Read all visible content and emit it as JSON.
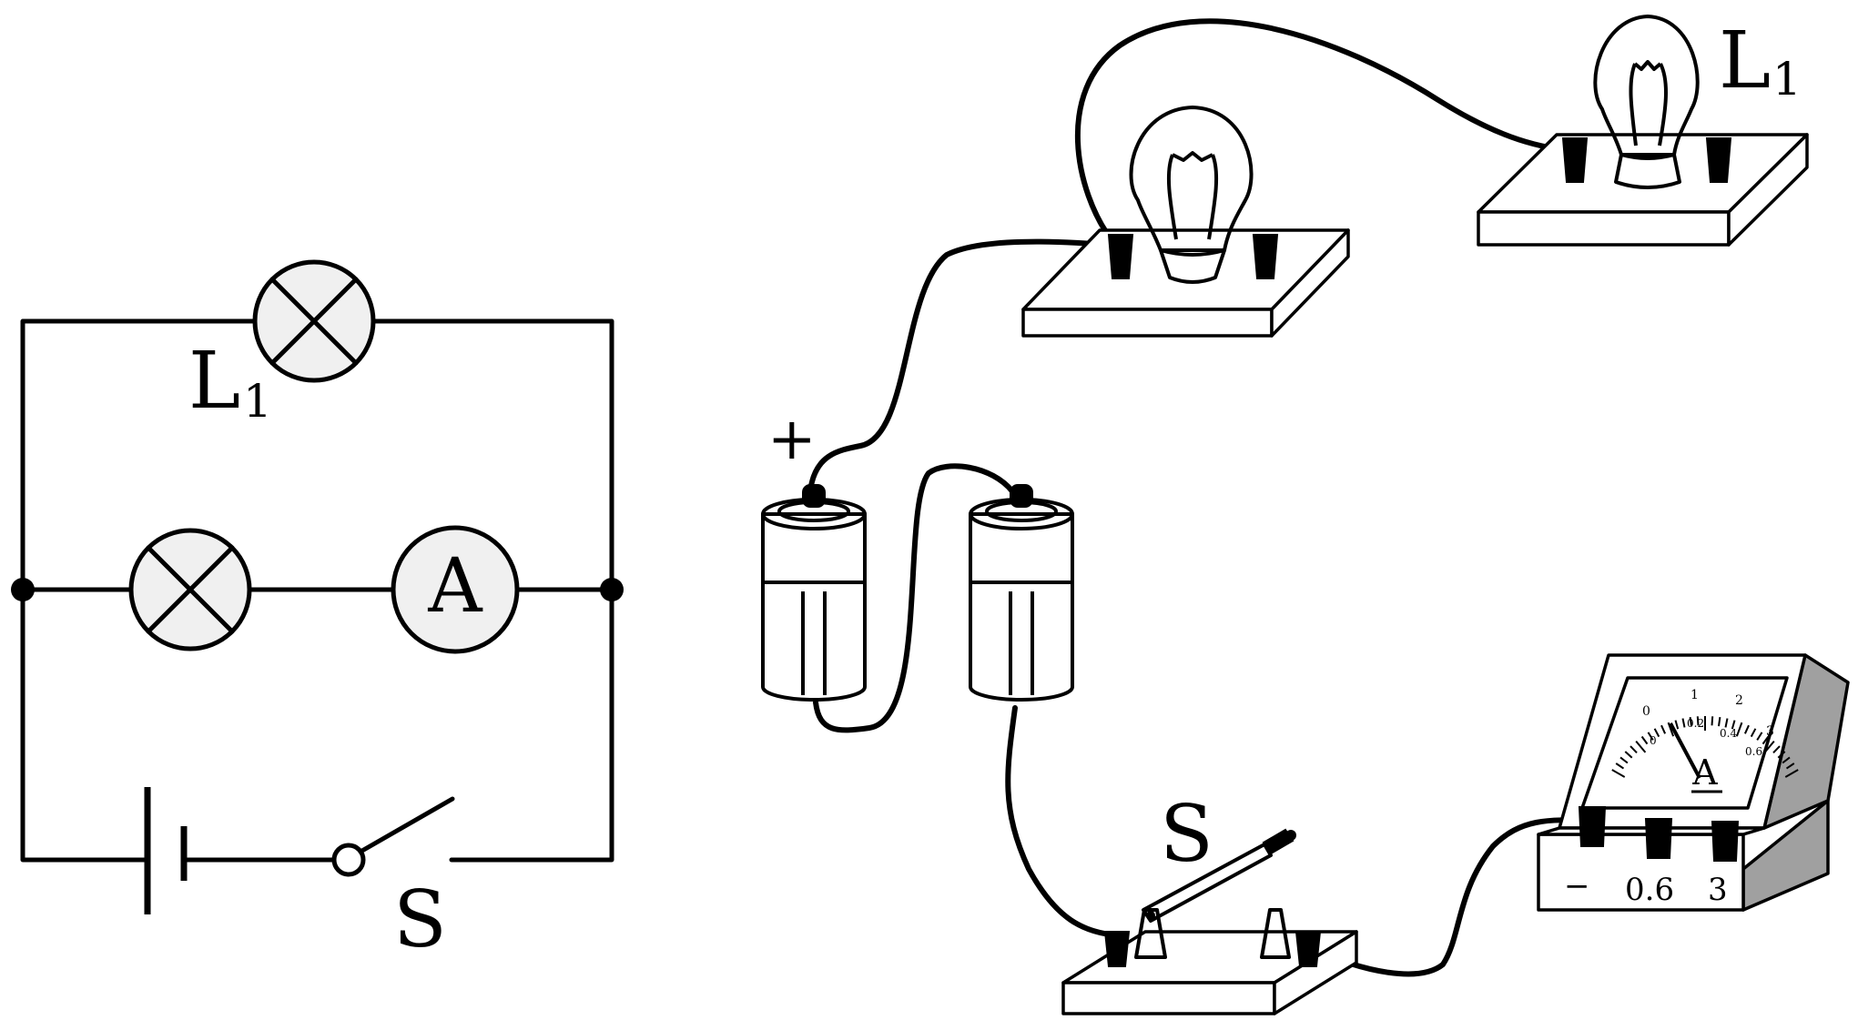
{
  "schematic": {
    "lamp_label": "L",
    "lamp_subscript": "1",
    "ammeter_symbol": "A",
    "switch_label": "S"
  },
  "physical": {
    "battery_plus": "+",
    "lamp_label": "L",
    "lamp_subscript": "1",
    "switch_label": "S",
    "ammeter_symbol": "A",
    "ammeter_scale_upper": [
      "0",
      "1",
      "2",
      "3"
    ],
    "ammeter_scale_lower": [
      "0",
      "0.2",
      "0.4",
      "0.6"
    ],
    "ammeter_terminals": [
      "−",
      "0.6",
      "3"
    ]
  }
}
